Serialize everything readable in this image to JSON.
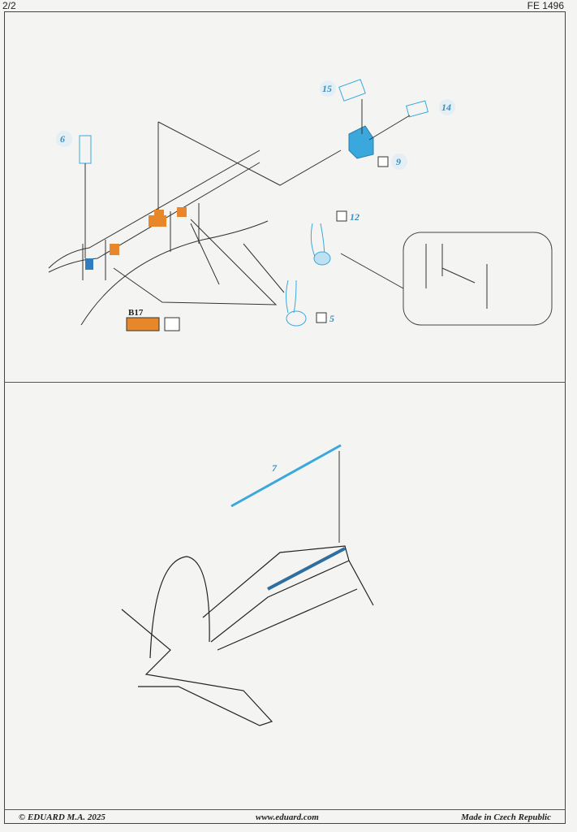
{
  "header": {
    "page": "2/2",
    "code": "FE 1496"
  },
  "callouts": {
    "part_15": "15",
    "part_14": "14",
    "part_9": "9",
    "part_6": "6",
    "part_12": "12",
    "part_5": "5",
    "part_7": "7",
    "color_ref": "B17"
  },
  "colors": {
    "photoetch_blue": "#3aa8dc",
    "orange": "#e8862a",
    "line": "#333333"
  },
  "footer": {
    "copyright": "© EDUARD  M.A. 2025",
    "website": "www.eduard.com",
    "origin": "Made in Czech Republic"
  }
}
